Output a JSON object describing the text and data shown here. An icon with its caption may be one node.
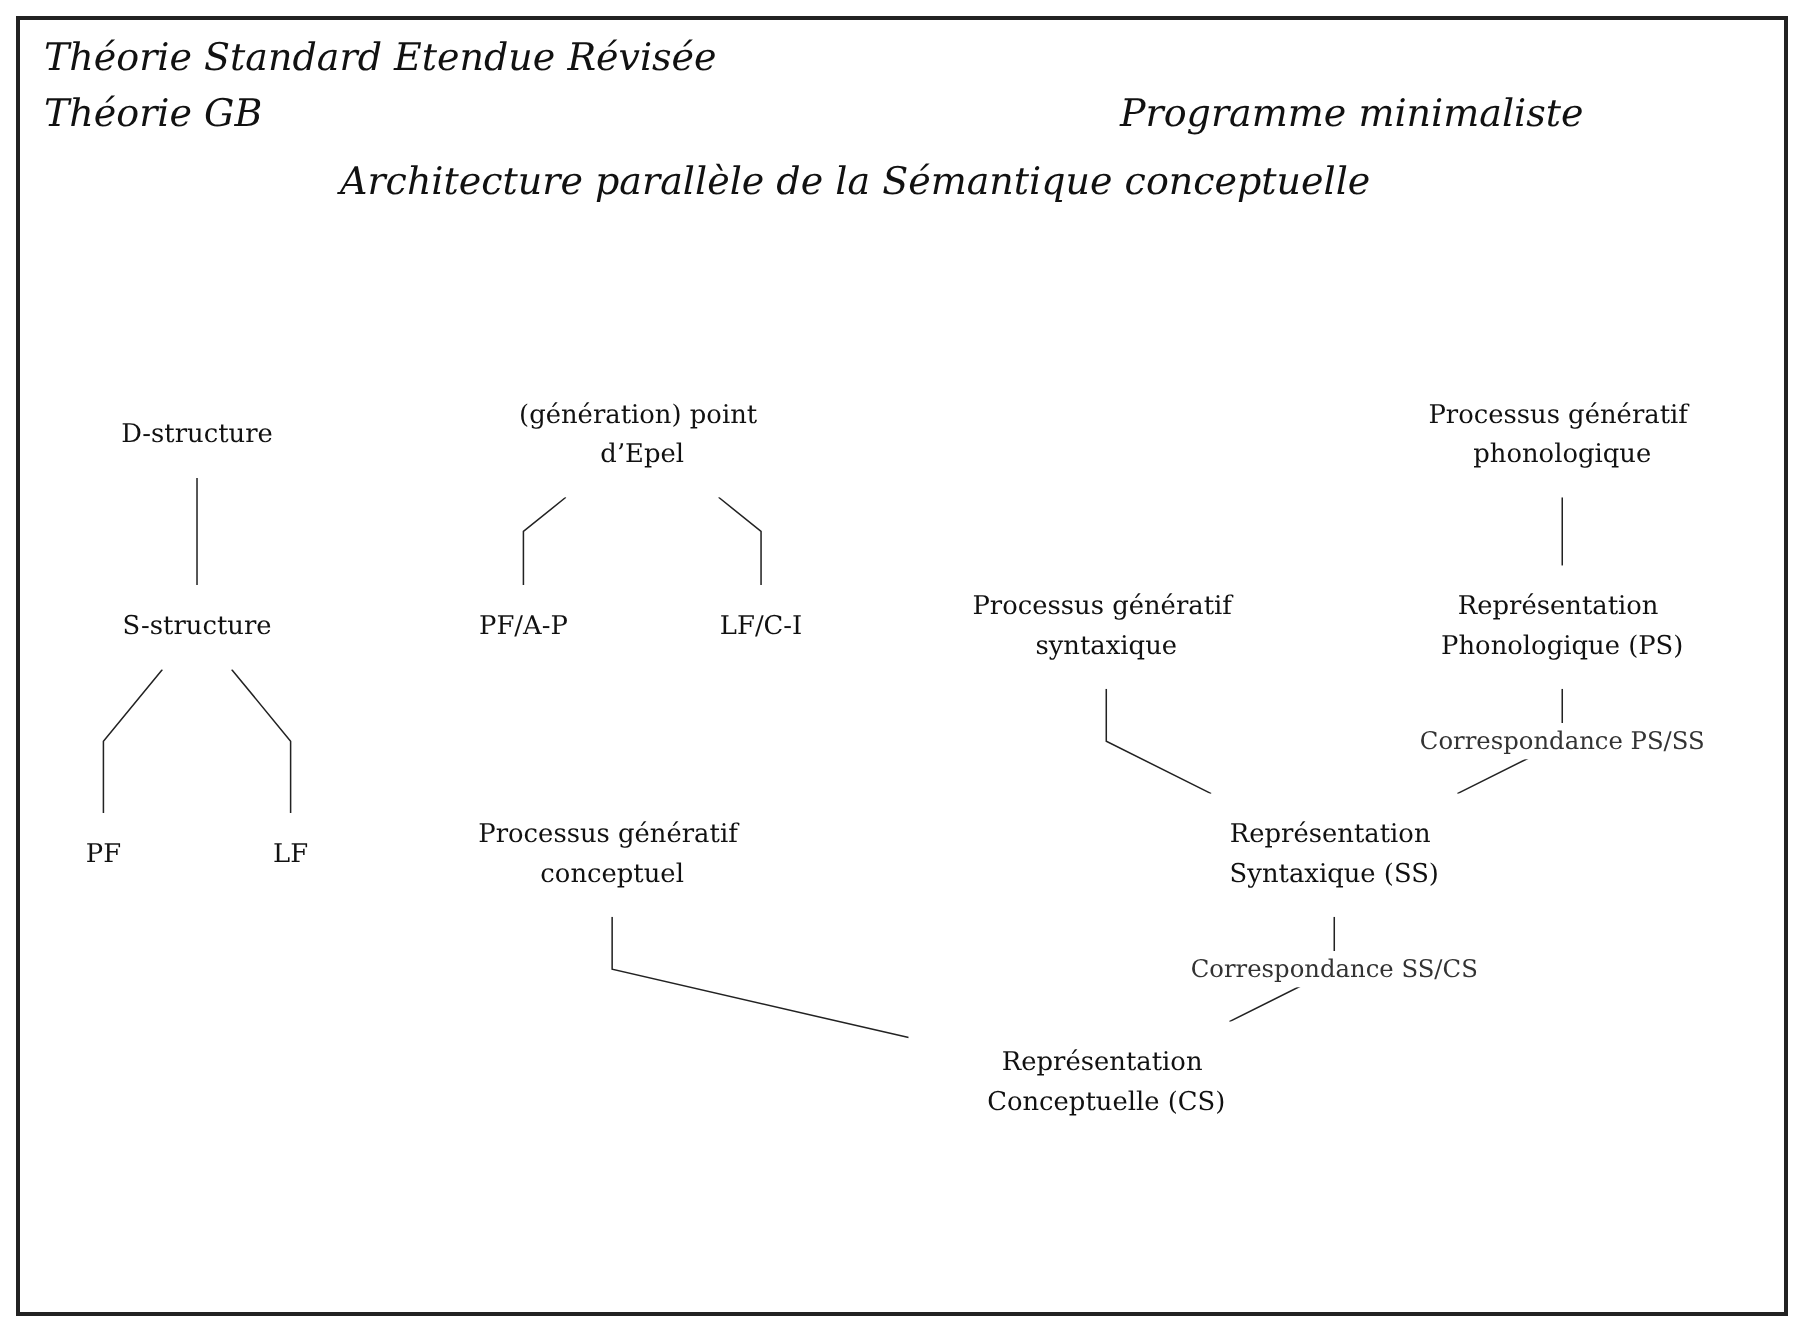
{
  "diagram": {
    "nodes": [
      {
        "text": [
          "D-structure"
        ]
      },
      {
        "text": [
          "S-structure"
        ]
      },
      {
        "text": [
          "PF"
        ]
      },
      {
        "text": [
          "LF"
        ]
      },
      {
        "text": [
          "(génération) point d’Epel"
        ]
      },
      {
        "text": [
          "PF/A-P"
        ]
      },
      {
        "text": [
          "LF/C-I"
        ]
      },
      {
        "text": [
          "Processus génératif phonologique"
        ]
      },
      {
        "text": [
          "Processus génératif syntaxique"
        ]
      },
      {
        "text": [
          "Processus génératif conceptuel"
        ]
      },
      {
        "text": [
          "Représentation Phonologique (PS)"
        ]
      },
      {
        "text": [
          "Représentation Syntaxique (SS)"
        ]
      },
      {
        "text": [
          "Représentation Conceptuelle (CS)"
        ]
      }
    ],
    "edges": [
      {
        "from": 0,
        "to": 1,
        "arrow": "none"
      },
      {
        "from": 1,
        "to": 2,
        "arrow": "none"
      },
      {
        "from": 1,
        "to": 3,
        "arrow": "none"
      },
      {
        "from": 4,
        "to": 5,
        "arrow": "none"
      },
      {
        "from": 4,
        "to": 6,
        "arrow": "none"
      },
      {
        "from": 7,
        "to": 10,
        "arrow": "none"
      },
      {
        "from": 8,
        "to": 11,
        "arrow": "none"
      },
      {
        "from": 9,
        "to": 12,
        "arrow": "none"
      },
      {
        "from": 10,
        "to": 11,
        "arrow": "none",
        "label": "Correspondance PS/SS"
      },
      {
        "from": 11,
        "to": 12,
        "arrow": "none",
        "label": "Correspondance SS/CS"
      }
    ],
    "labels": [
      "Théorie Standard Etendue Révisée",
      "Théorie GB",
      "Programme minimaliste",
      "Architecture parallèle de la Sémantique conceptuelle"
    ]
  }
}
